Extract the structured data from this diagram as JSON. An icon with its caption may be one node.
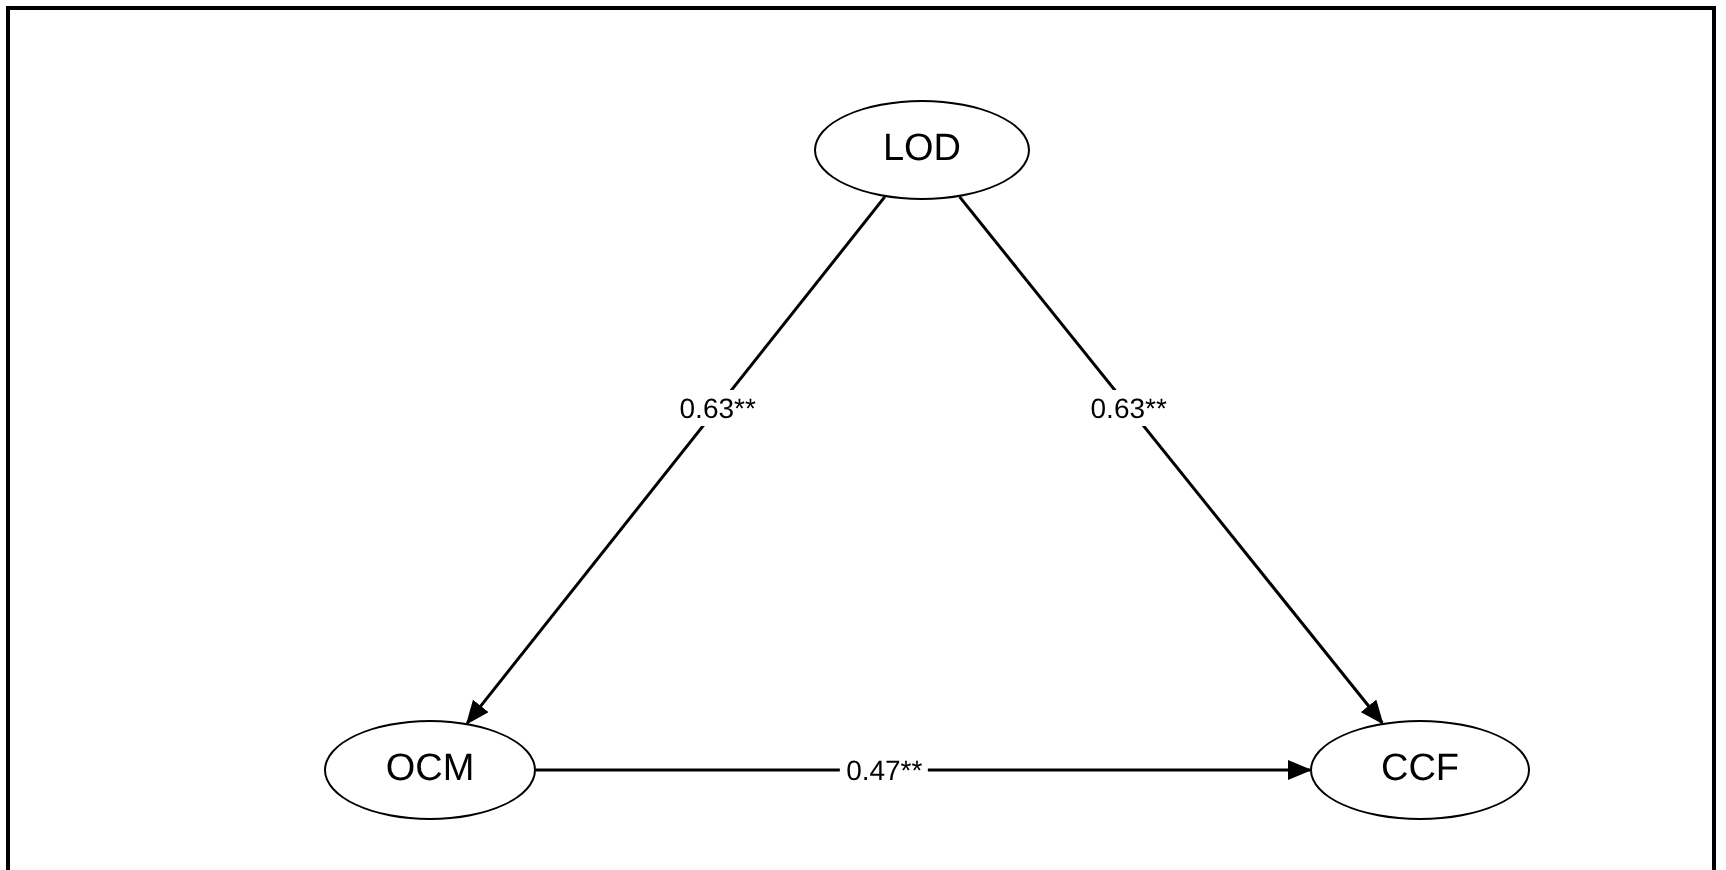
{
  "diagram": {
    "nodes": [
      {
        "text": [
          "LOD"
        ]
      },
      {
        "text": [
          "OCM"
        ]
      },
      {
        "text": [
          "CCF"
        ]
      }
    ],
    "edges": [
      {
        "from": 0,
        "to": 1,
        "arrow": "to",
        "label": "0.63**"
      },
      {
        "from": 0,
        "to": 2,
        "arrow": "to",
        "label": "0.63**"
      },
      {
        "from": 1,
        "to": 2,
        "arrow": "to",
        "label": "0.47**"
      }
    ]
  }
}
